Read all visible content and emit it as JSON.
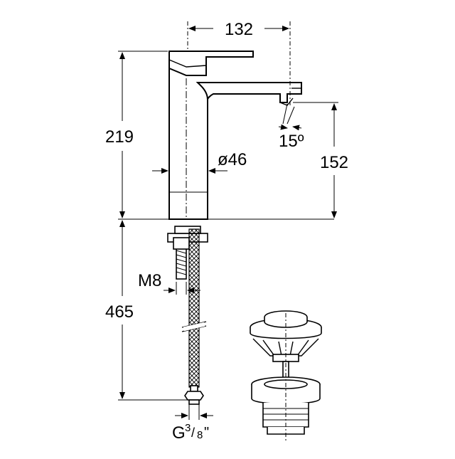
{
  "dimensions": {
    "spout_reach": "132",
    "total_height": "219",
    "spout_height": "152",
    "body_diameter": "ø46",
    "spout_angle": "15º",
    "stud_thread": "M8",
    "hose_length": "465",
    "hose_connection_prefix": "G",
    "hose_connection_num": "3",
    "hose_connection_slash": "/",
    "hose_connection_den": "8",
    "hose_connection_suffix": "\""
  },
  "colors": {
    "line": "#000000",
    "background": "#ffffff"
  }
}
